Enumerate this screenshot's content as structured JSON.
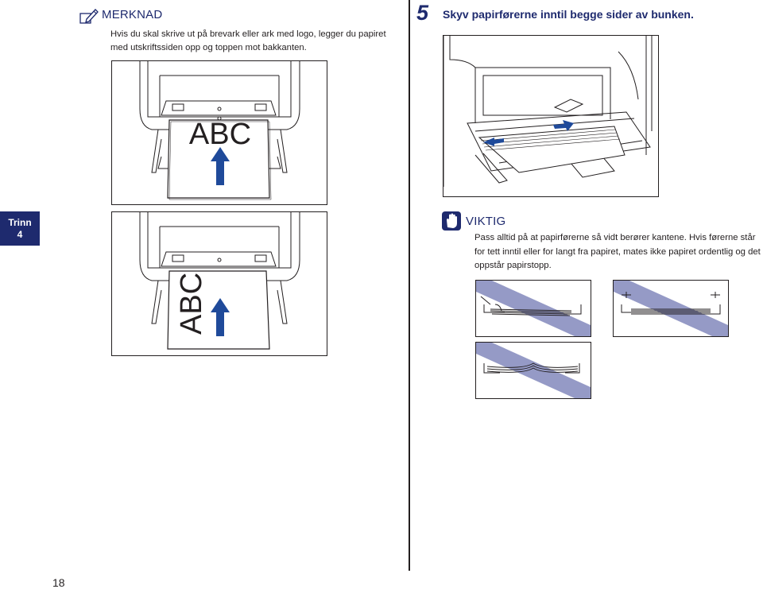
{
  "note": {
    "icon": "pencil-icon",
    "title": "MERKNAD",
    "text": "Hvis du skal skrive ut på brevark eller ark med logo, legger du papiret med utskriftssiden opp og toppen mot bakkanten."
  },
  "step": {
    "number": "5",
    "text": "Skyv papirførerne inntil begge sider av bunken."
  },
  "sidebar": {
    "label": "Trinn",
    "number": "4"
  },
  "figures": {
    "top_label": "ABC",
    "bottom_label": "ABC"
  },
  "important": {
    "icon": "stop-hand-icon",
    "title": "VIKTIG",
    "text": "Pass alltid på at papirførerne så vidt berører kantene. Hvis førerne står for tett inntil eller for langt fra papiret, mates ikke papiret ordentlig og det oppstår papirstopp."
  },
  "page_number": "18",
  "colors": {
    "accent": "#1e2a6e",
    "arrow": "#1f4a9a",
    "stripe": "#8a8fc0"
  }
}
